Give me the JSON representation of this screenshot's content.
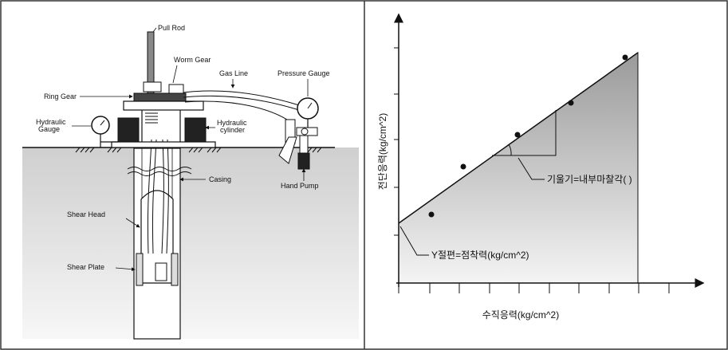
{
  "left_panel": {
    "labels": {
      "pull_rod": "Pull Rod",
      "worm_gear": "Worm Gear",
      "gas_line": "Gas Line",
      "pressure_gauge": "Pressure Gauge",
      "ring_gear": "Ring Gear",
      "hydraulic_gauge_1": "Hydraulic",
      "hydraulic_gauge_2": "Gauge",
      "hydraulic_cylinder_1": "Hydraulic",
      "hydraulic_cylinder_2": "cylinder",
      "casing": "Casing",
      "hand_pump": "Hand Pump",
      "shear_head": "Shear Head",
      "shear_plate": "Shear Plate"
    }
  },
  "right_panel": {
    "ylabel": "전단응력(kg/cm^2)",
    "xlabel": "수직응력(kg/cm^2)",
    "slope_annotation": "기울기=내부마찰각( )",
    "intercept_annotation": "Y절편=점착력(kg/cm^2)"
  },
  "colors": {
    "stroke": "#111111",
    "fill_gradient_top": "#9a9a9a",
    "fill_gradient_bottom": "#f4f4f4"
  }
}
